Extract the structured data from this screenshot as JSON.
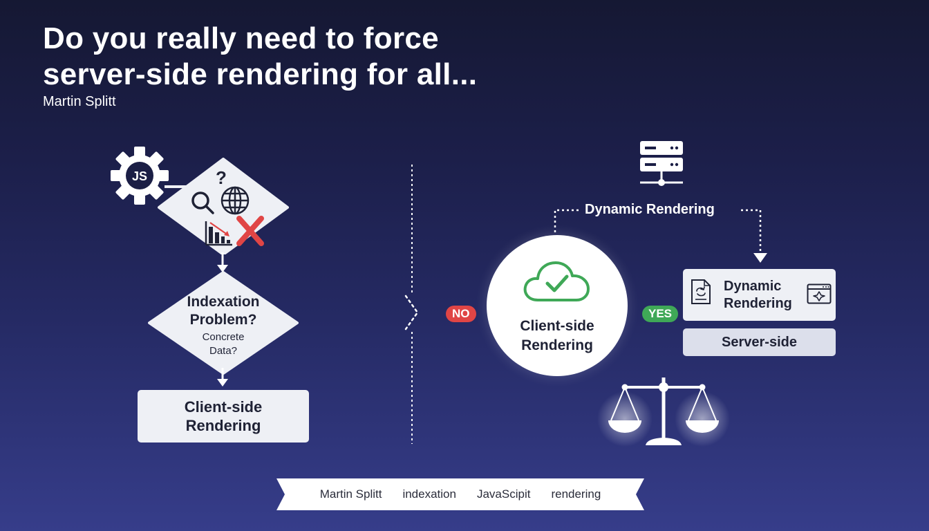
{
  "header": {
    "title_line1": "Do you really need to force",
    "title_line2": "server-side rendering for all...",
    "author": "Martin Splitt"
  },
  "left_flow": {
    "gear_label": "JS",
    "diamond1_icons": [
      "question-mark-icon",
      "search-icon",
      "globe-icon",
      "declining-chart-icon",
      "red-x-icon"
    ],
    "decision": {
      "question_line1": "Indexation",
      "question_line2": "Problem?",
      "sub_line1": "Concrete",
      "sub_line2": "Data?"
    },
    "result": {
      "line1": "Client-side",
      "line2": "Rendering"
    }
  },
  "right_flow": {
    "server_label": "Dynamic Rendering",
    "center": {
      "line1": "Client-side",
      "line2": "Rendering"
    },
    "no_label": "NO",
    "yes_label": "YES",
    "dynamic_box": {
      "line1": "Dynamic",
      "line2": "Rendering"
    },
    "server_side_label": "Server-side"
  },
  "colors": {
    "no": "#e04545",
    "yes": "#3fa857",
    "cloud": "#3fa857",
    "x_mark": "#e04545",
    "box": "#eef0f5",
    "text_dark": "#1f2235"
  },
  "tags": [
    "Martin Splitt",
    "indexation",
    "JavaScipit",
    "rendering"
  ]
}
